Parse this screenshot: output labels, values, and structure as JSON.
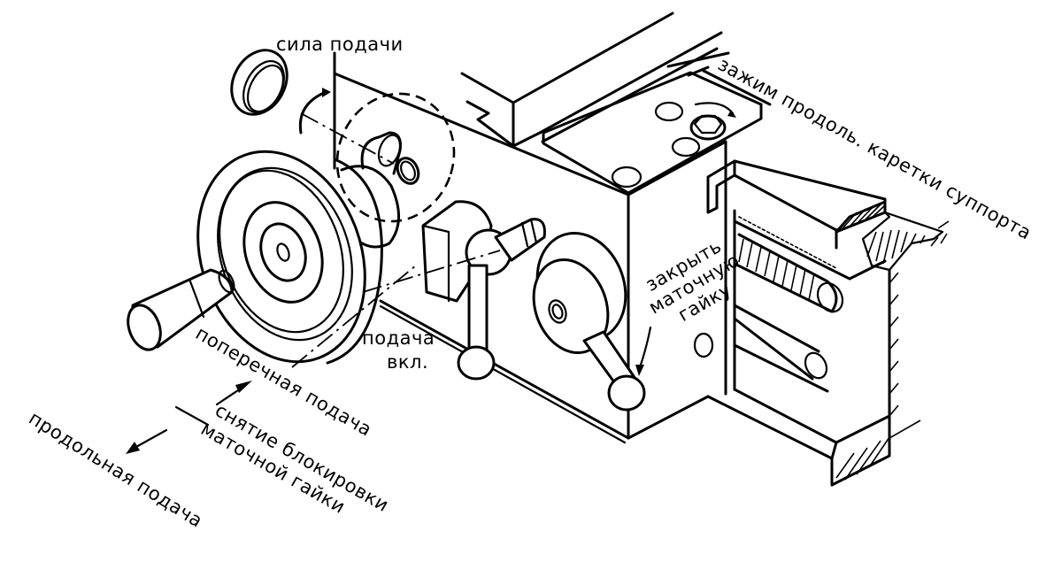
{
  "diagram": {
    "subject": "Lathe apron (carriage) controls — isometric line drawing",
    "labels": {
      "feed_force": "сила подачи",
      "clamp_longitudinal": "зажим продоль. каретки суппорта",
      "close_halfnut_line1": "закрыть",
      "close_halfnut_line2": "маточную",
      "close_halfnut_line3": "гайку",
      "feed_on_line1": "подача",
      "feed_on_line2": "вкл.",
      "cross_feed": "поперечная подача",
      "release_lock_line1": "снятие блокировки",
      "release_lock_line2": "маточной гайки",
      "longitudinal_feed": "продольная подача"
    },
    "components": [
      "handwheel",
      "handwheel-grip",
      "feed-force-ring",
      "feed-clutch-knob",
      "feed-engage-lever",
      "halfnut-lever",
      "saddle-clamp-bolt",
      "guideway",
      "lead-screw",
      "feed-rod"
    ]
  }
}
